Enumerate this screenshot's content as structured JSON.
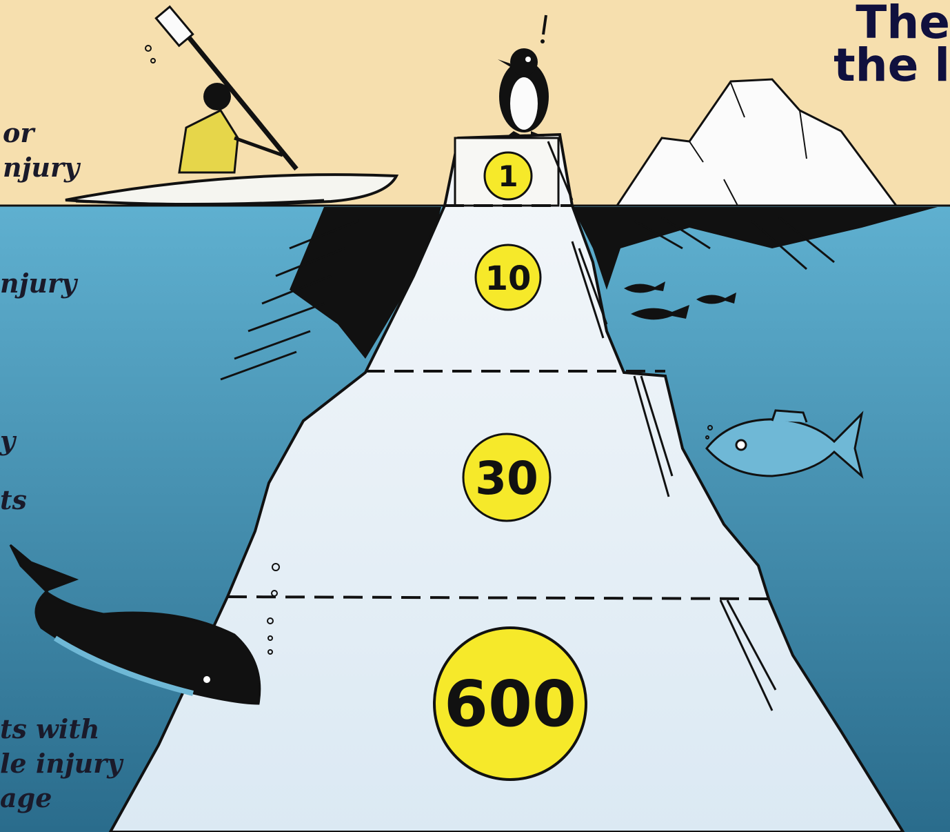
{
  "title": {
    "line1": "The",
    "line2": "the l"
  },
  "left_labels": [
    {
      "lines": [
        "or",
        "njury"
      ]
    },
    {
      "lines": [
        "njury"
      ]
    },
    {
      "lines": [
        "y",
        "",
        "ts"
      ]
    },
    {
      "lines": [
        "ts with",
        "le injury",
        "age"
      ]
    }
  ],
  "tiers": [
    {
      "value": "1"
    },
    {
      "value": "10"
    },
    {
      "value": "30"
    },
    {
      "value": "600"
    }
  ],
  "colors": {
    "sky": "#f6dfae",
    "water_top": "#57a8c9",
    "water_bottom": "#2b6f8f",
    "ice": "#e9f1f7",
    "badge": "#f6e92a",
    "ink": "#111111",
    "title": "#10103e"
  },
  "icons": [
    "kayaker-icon",
    "penguin-icon",
    "small-iceberg-icon",
    "fish-school-icon",
    "fish-icon",
    "whale-icon",
    "air-bubbles-icon"
  ]
}
